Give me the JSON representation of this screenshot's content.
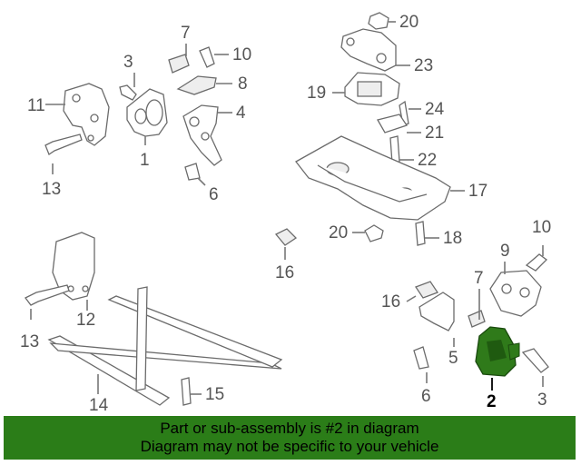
{
  "callouts": {
    "c1": "1",
    "c2": "2",
    "c3a": "3",
    "c3b": "3",
    "c4": "4",
    "c5": "5",
    "c6a": "6",
    "c6b": "6",
    "c7a": "7",
    "c7b": "7",
    "c8": "8",
    "c9": "9",
    "c10a": "10",
    "c10b": "10",
    "c11": "11",
    "c12": "12",
    "c13a": "13",
    "c13b": "13",
    "c14": "14",
    "c15": "15",
    "c16a": "16",
    "c16b": "16",
    "c17": "17",
    "c18": "18",
    "c19": "19",
    "c20a": "20",
    "c20b": "20",
    "c21": "21",
    "c22": "22",
    "c23": "23",
    "c24": "24"
  },
  "highlight_part": "2",
  "colors": {
    "highlight": "#2f7a1a",
    "banner": "#2b7d18",
    "line_art": "#6b6b6b"
  },
  "banner": {
    "line1": "Part or sub-assembly is #2 in diagram",
    "line2": "Diagram may not be specific to your vehicle"
  }
}
